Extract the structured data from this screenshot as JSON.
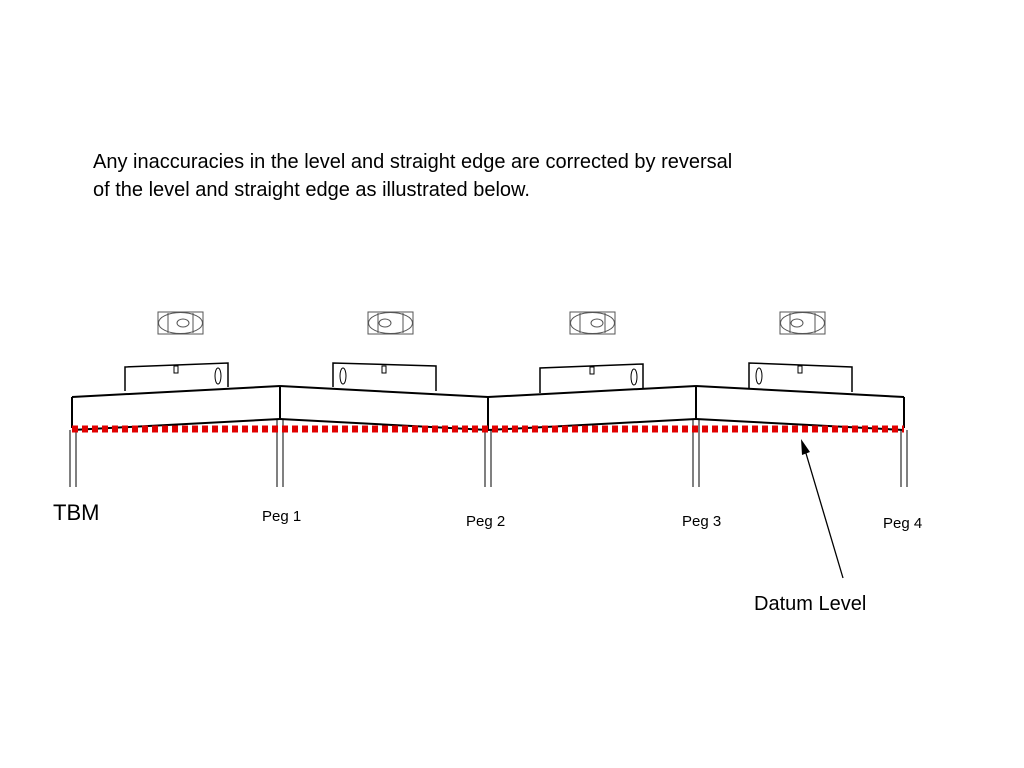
{
  "caption": {
    "line1": "Any inaccuracies in the level and straight edge are corrected by reversal",
    "line2": "of the level and straight edge as illustrated below."
  },
  "labels": {
    "tbm": "TBM",
    "peg1": "Peg 1",
    "peg2": "Peg 2",
    "peg3": "Peg 3",
    "peg4": "Peg 4",
    "datum": "Datum Level"
  },
  "colors": {
    "datum_line": "#e00000",
    "stroke": "#000000",
    "level_icon": "#555555"
  }
}
